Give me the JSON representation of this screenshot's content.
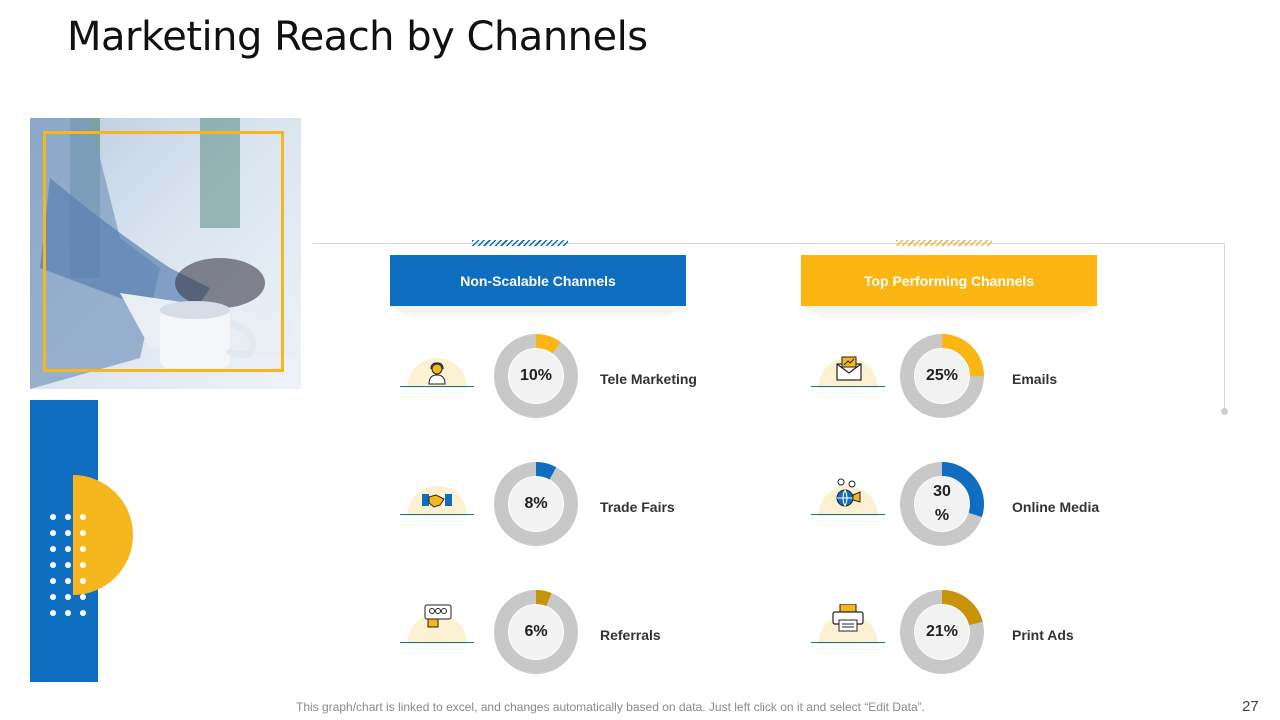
{
  "slide": {
    "title": "Marketing Reach by Channels",
    "footer_note": "This graph/chart is linked to excel, and changes automatically based on data. Just left click on it and select “Edit Data”.",
    "page_number": "27"
  },
  "colors": {
    "blue": "#0f6ec0",
    "yellow": "#fbb614",
    "gold": "#c8930a",
    "track": "#c8c8c8"
  },
  "chart_data": {
    "type": "donut",
    "groups": [
      {
        "name": "Non-Scalable Channels",
        "items": [
          {
            "label": "Tele Marketing",
            "value": 10,
            "display": "10%",
            "icon": "telemarketer-icon"
          },
          {
            "label": "Trade Fairs",
            "value": 8,
            "display": "8%",
            "icon": "handshake-icon"
          },
          {
            "label": "Referrals",
            "value": 6,
            "display": "6%",
            "icon": "referral-group-icon"
          }
        ]
      },
      {
        "name": "Top Performing Channels",
        "items": [
          {
            "label": "Emails",
            "value": 25,
            "display": "25%",
            "icon": "email-icon"
          },
          {
            "label": "Online Media",
            "value": 30,
            "display": "30\n%",
            "icon": "globe-media-icon"
          },
          {
            "label": "Print Ads",
            "value": 21,
            "display": "21%",
            "icon": "printer-icon"
          }
        ]
      }
    ]
  }
}
